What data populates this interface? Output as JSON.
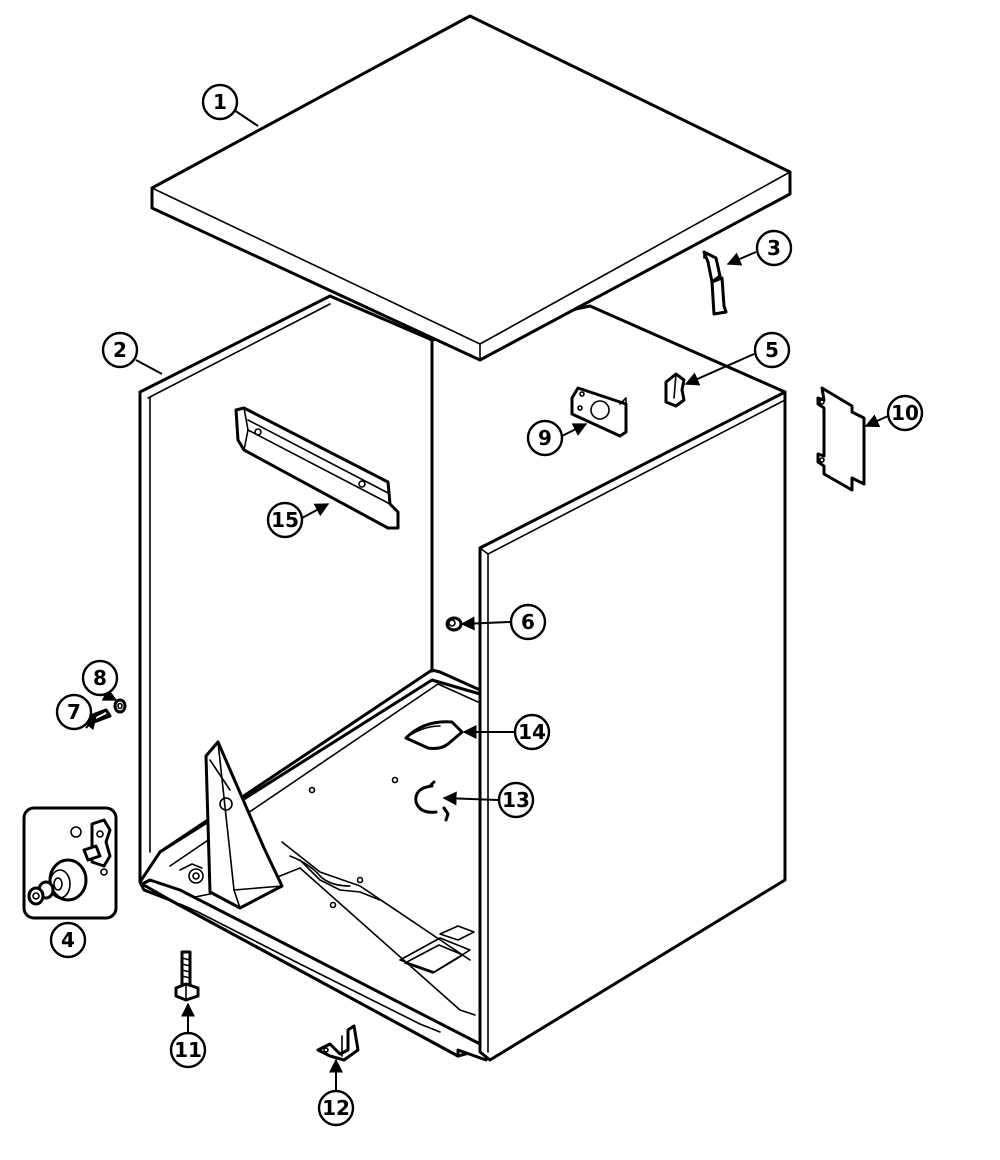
{
  "callouts": [
    {
      "id": "c1",
      "label": "1"
    },
    {
      "id": "c2",
      "label": "2"
    },
    {
      "id": "c3",
      "label": "3"
    },
    {
      "id": "c4",
      "label": "4"
    },
    {
      "id": "c5",
      "label": "5"
    },
    {
      "id": "c6",
      "label": "6"
    },
    {
      "id": "c7",
      "label": "7"
    },
    {
      "id": "c8",
      "label": "8"
    },
    {
      "id": "c9",
      "label": "9"
    },
    {
      "id": "c10",
      "label": "10"
    },
    {
      "id": "c11",
      "label": "11"
    },
    {
      "id": "c12",
      "label": "12"
    },
    {
      "id": "c13",
      "label": "13"
    },
    {
      "id": "c14",
      "label": "14"
    },
    {
      "id": "c15",
      "label": "15"
    }
  ]
}
